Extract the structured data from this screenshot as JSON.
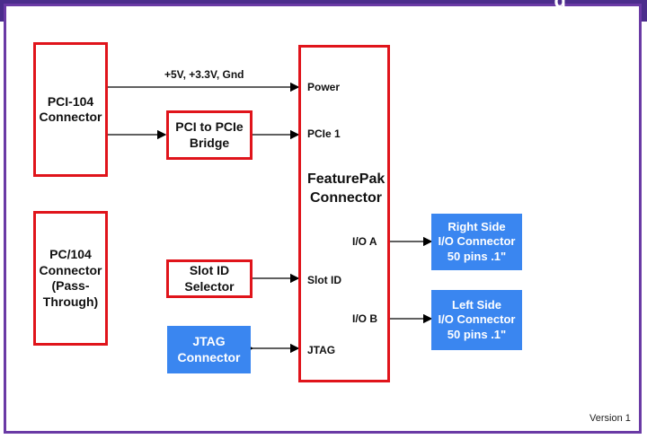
{
  "diagram": {
    "header_title": "g",
    "power_bus_label": "+5V, +3.3V, Gnd",
    "version": "Version 1"
  },
  "boxes": {
    "pci104": "PCI-104\nConnector",
    "pci_to_pcie": "PCI to PCIe\nBridge",
    "pc104": "PC/104\nConnector\n(Pass-\nThrough)",
    "slot_id": "Slot ID\nSelector",
    "jtag": "JTAG\nConnector",
    "featurepak": "FeaturePak\nConnector",
    "right_io": "Right Side\nI/O Connector\n50 pins .1\"",
    "left_io": "Left Side\nI/O Connector\n50 pins .1\""
  },
  "ports": {
    "power": "Power",
    "pcie1": "PCIe 1",
    "io_a": "I/O A",
    "slot_id": "Slot ID",
    "io_b": "I/O B",
    "jtag": "JTAG"
  }
}
